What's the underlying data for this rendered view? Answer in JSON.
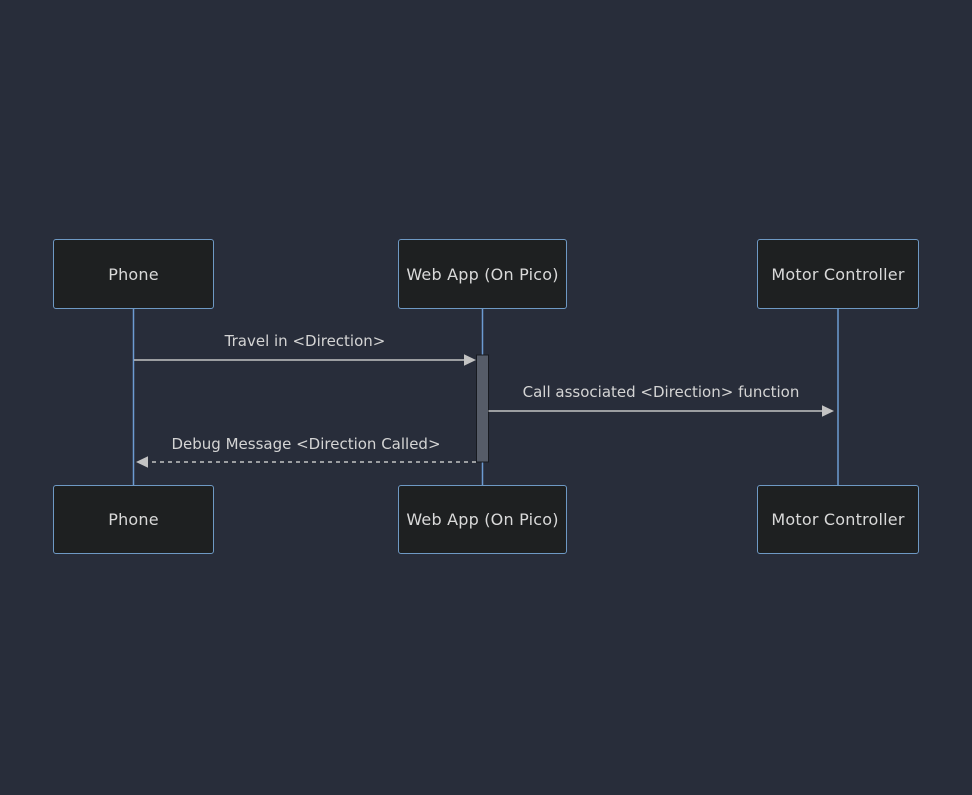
{
  "diagram": {
    "type": "sequence-diagram",
    "participants": [
      {
        "name": "Phone"
      },
      {
        "name": "Web App (On Pico)"
      },
      {
        "name": "Motor Controller"
      }
    ],
    "messages": [
      {
        "from": "Phone",
        "to": "Web App (On Pico)",
        "label": "Travel in <Direction>",
        "line_style": "solid"
      },
      {
        "from": "Web App (On Pico)",
        "to": "Motor Controller",
        "label": "Call associated <Direction> function",
        "line_style": "solid"
      },
      {
        "from": "Web App (On Pico)",
        "to": "Phone",
        "label": "Debug Message <Direction Called>",
        "line_style": "dashed"
      }
    ],
    "colors": {
      "background": "#282d3a",
      "actor_fill": "#1e2021",
      "actor_border": "#6e99c4",
      "lifeline": "#6c9bd2",
      "message_line": "#c3c3c3",
      "text": "#d9d9d9",
      "activation_fill": "#565c68"
    }
  }
}
